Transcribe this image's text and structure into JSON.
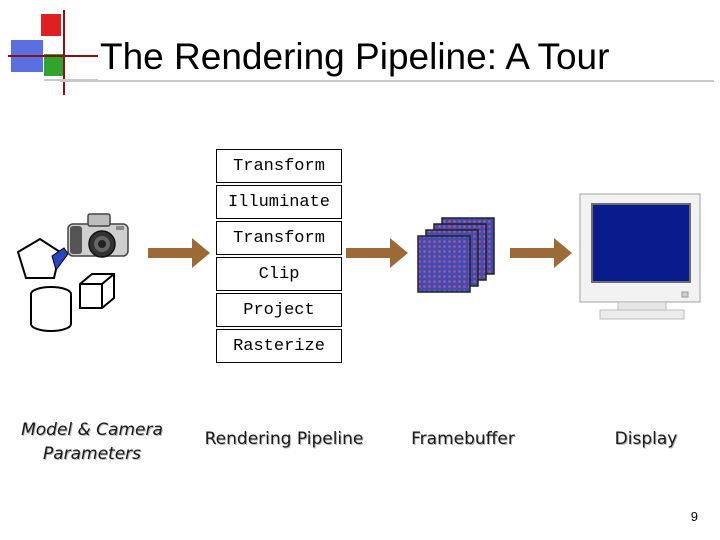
{
  "slide": {
    "title": "The Rendering Pipeline: A Tour",
    "page_number": "9"
  },
  "pipeline": {
    "stages": [
      "Transform",
      "Illuminate",
      "Transform",
      "Clip",
      "Project",
      "Rasterize"
    ]
  },
  "captions": {
    "model_camera": [
      "Model & Camera",
      "Parameters"
    ],
    "rendering_pipeline": "Rendering Pipeline",
    "framebuffer": "Framebuffer",
    "display": "Display"
  },
  "colors": {
    "arrow": "#9b6a36",
    "logo_red": "#e02020",
    "logo_green": "#2fa52f",
    "logo_blue": "#5a6fe0",
    "framebuffer": "#3a4fb0",
    "screen": "#0a1b8e"
  },
  "icons": [
    "logo-squares-icon",
    "pentagon-icon",
    "camera-icon",
    "cylinder-icon",
    "cube-icon",
    "framebuffer-stack-icon",
    "monitor-icon",
    "arrow-right-icon"
  ]
}
